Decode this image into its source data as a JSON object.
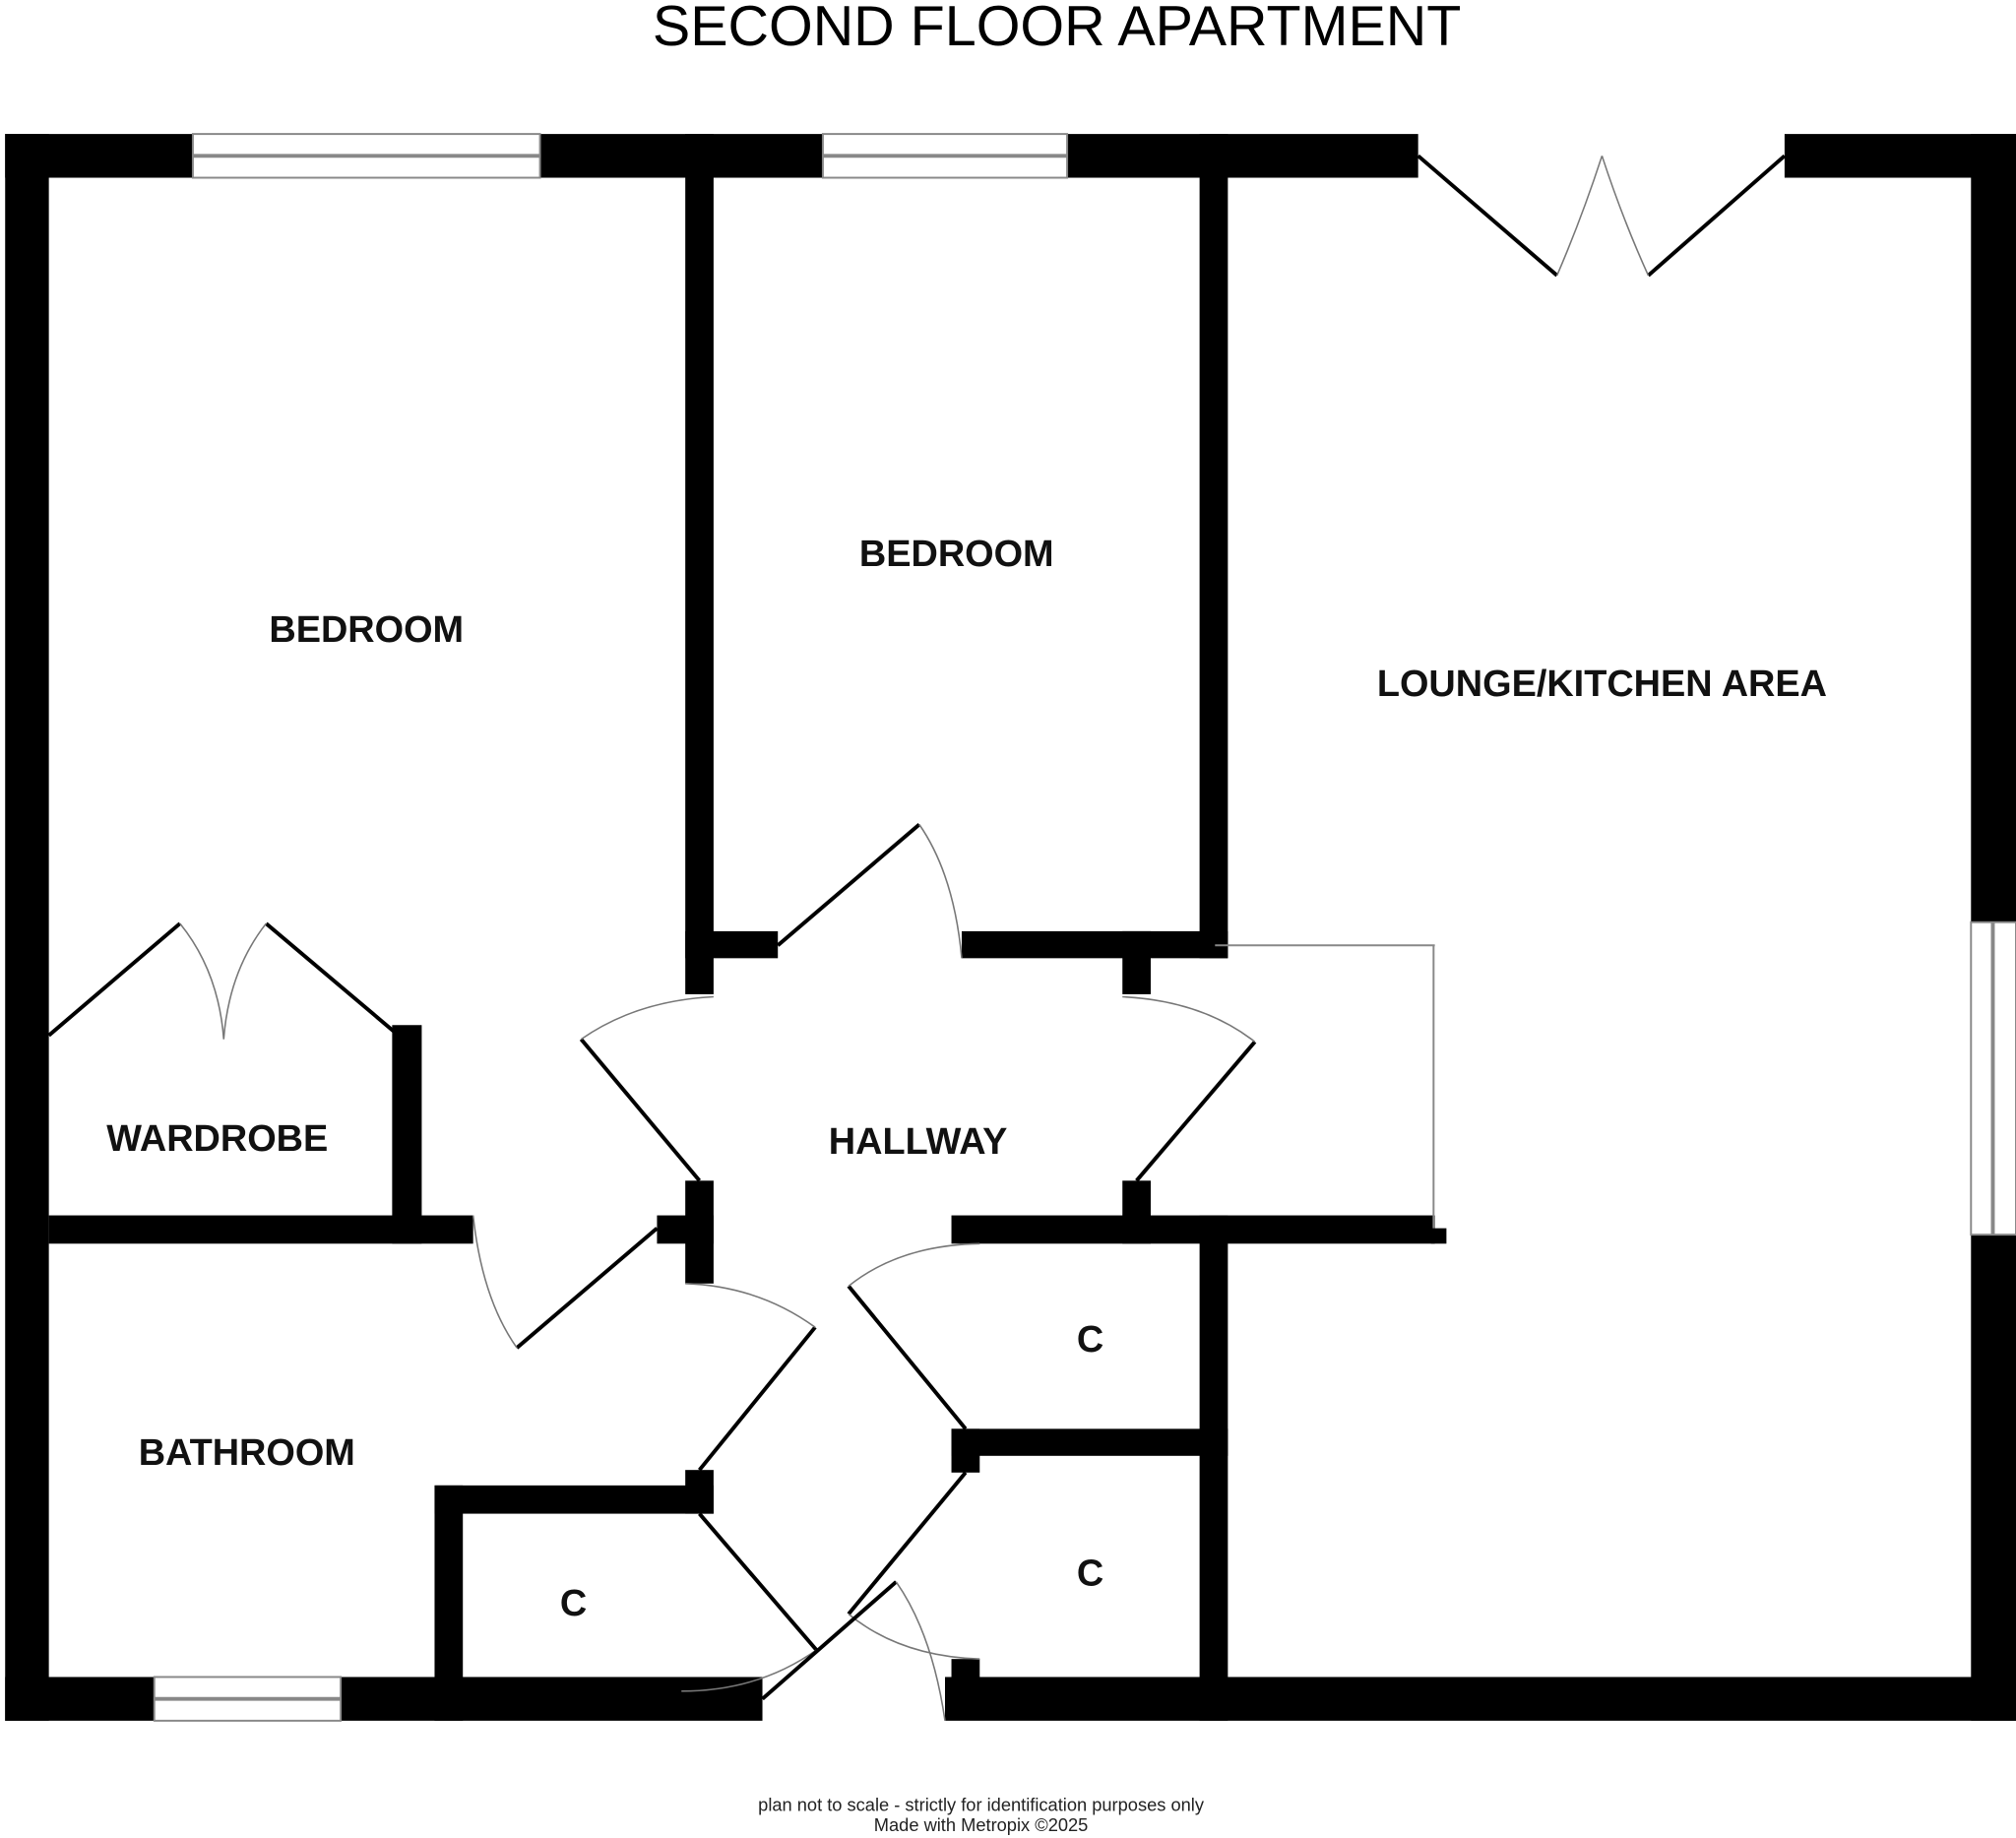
{
  "title": "SECOND FLOOR APARTMENT",
  "rooms": {
    "bedroom_1": "BEDROOM",
    "bedroom_2": "BEDROOM",
    "lounge": "LOUNGE/KITCHEN AREA",
    "wardrobe": "WARDROBE",
    "hallway": "HALLWAY",
    "bathroom": "BATHROOM",
    "cupboard_1": "C",
    "cupboard_2": "C",
    "cupboard_3": "C"
  },
  "footer": {
    "line1": "plan not to scale - strictly for identification purposes only",
    "line2": "Made with Metropix ©2025"
  }
}
